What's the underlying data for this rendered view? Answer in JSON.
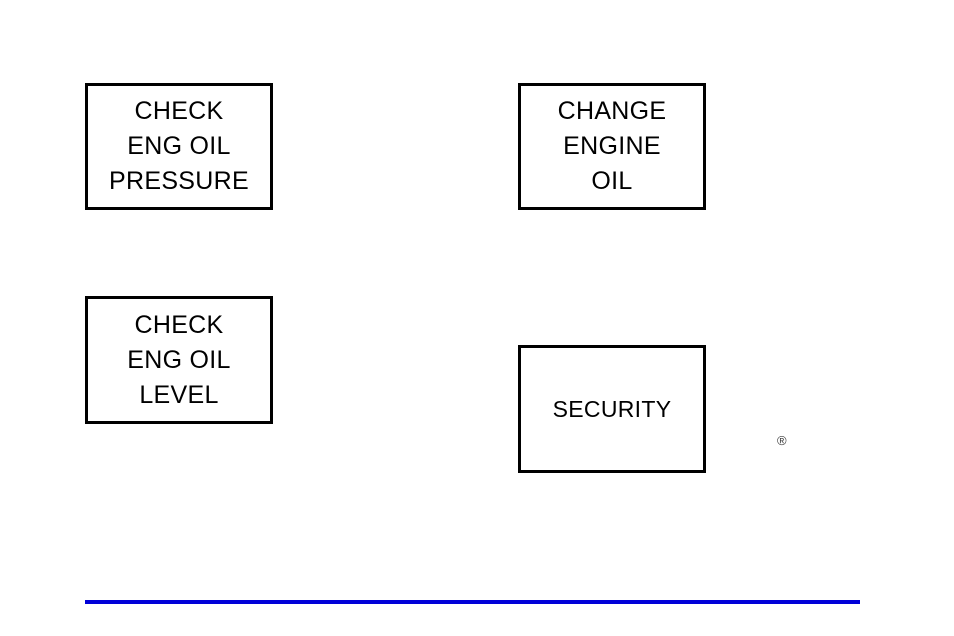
{
  "page": {
    "background_color": "#ffffff",
    "text_color": "#000000"
  },
  "message_boxes": [
    {
      "id": "check-eng-oil-pressure",
      "lines": [
        "CHECK",
        "ENG OIL",
        "PRESSURE"
      ],
      "border_color": "#000000",
      "fill_color": "#ffffff"
    },
    {
      "id": "change-engine-oil",
      "lines": [
        "CHANGE",
        "ENGINE",
        "OIL"
      ],
      "border_color": "#000000",
      "fill_color": "#ffffff"
    },
    {
      "id": "check-eng-oil-level",
      "lines": [
        "CHECK",
        "ENG OIL",
        "LEVEL"
      ],
      "border_color": "#000000",
      "fill_color": "#ffffff"
    },
    {
      "id": "security",
      "lines": [
        "SECURITY"
      ],
      "border_color": "#000000",
      "fill_color": "#ffffff"
    }
  ],
  "symbols": {
    "registered_mark": "®"
  },
  "footer": {
    "rule_color": "#0000d8"
  }
}
